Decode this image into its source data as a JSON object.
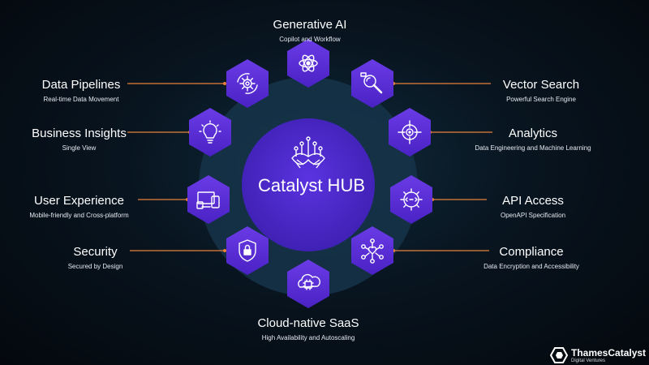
{
  "hub": {
    "title": "Catalyst HUB"
  },
  "features": [
    {
      "id": "generative-ai",
      "title": "Generative AI",
      "subtitle": "Copilot and Workflow",
      "icon": "atom-icon"
    },
    {
      "id": "data-pipelines",
      "title": "Data Pipelines",
      "subtitle": "Real-time Data Movement",
      "icon": "gear-cycle-icon"
    },
    {
      "id": "vector-search",
      "title": "Vector Search",
      "subtitle": "Powerful Search Engine",
      "icon": "magnifier-icon"
    },
    {
      "id": "business-insights",
      "title": "Business Insights",
      "subtitle": "Single View",
      "icon": "lightbulb-icon"
    },
    {
      "id": "analytics",
      "title": "Analytics",
      "subtitle": "Data Engineering and Machine Learning",
      "icon": "target-icon"
    },
    {
      "id": "user-experience",
      "title": "User Experience",
      "subtitle": "Mobile-friendly and Cross-platform",
      "icon": "devices-icon"
    },
    {
      "id": "api-access",
      "title": "API Access",
      "subtitle": "OpenAPI Specification",
      "icon": "api-gear-icon"
    },
    {
      "id": "security",
      "title": "Security",
      "subtitle": "Secured by Design",
      "icon": "shield-lock-icon"
    },
    {
      "id": "compliance",
      "title": "Compliance",
      "subtitle": "Data Encryption and Accessibility",
      "icon": "network-heart-icon"
    },
    {
      "id": "cloud-native-saas",
      "title": "Cloud-native SaaS",
      "subtitle": "High Availability and Autoscaling",
      "icon": "cloud-chip-icon"
    }
  ],
  "brand": {
    "name": "ThamesCatalyst",
    "tagline": "Digital Ventures"
  },
  "colors": {
    "hex": "#5a2bd8",
    "hub": "#4f28cc",
    "ring": "#1d3f57",
    "connector": "#e8813a",
    "text": "#ffffff"
  }
}
